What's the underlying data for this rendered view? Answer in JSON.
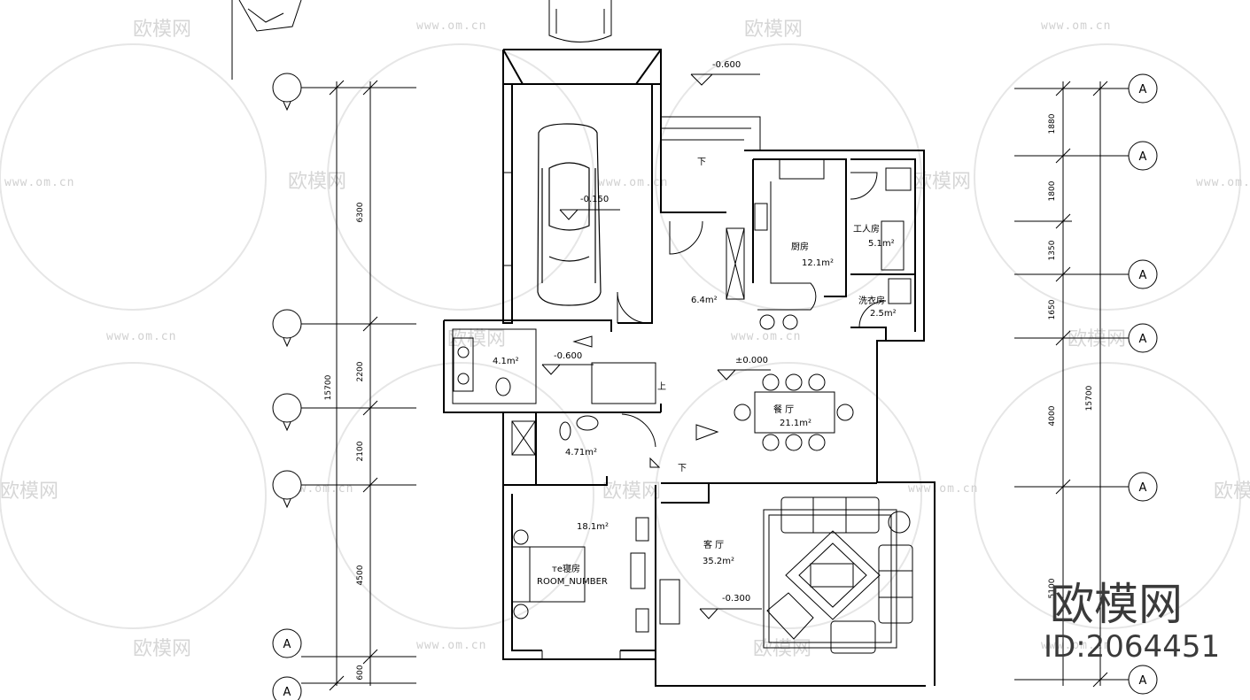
{
  "watermark": {
    "brand": "欧模网",
    "url": "www.om.cn"
  },
  "corner_mark": {
    "logo": "欧模网",
    "id": "ID:2064451"
  },
  "levels": {
    "outdoor": "-0.600",
    "garage": "-0.150",
    "stair": "-0.600",
    "dining": "±0.000",
    "living": "-0.300"
  },
  "rooms": {
    "kitchen": {
      "name": "厨房",
      "area": "12.1m²"
    },
    "servant": {
      "name": "工人房",
      "area": "5.1m²"
    },
    "laundry": {
      "name": "洗衣房",
      "area": "2.5m²"
    },
    "dining": {
      "name": "餐 厅",
      "area": "21.1m²"
    },
    "living": {
      "name": "客 厅",
      "area": "35.2m²"
    },
    "bedroom": {
      "name": "тe寝房",
      "tag": "ROOM_NUMBER",
      "area": "18.1m²"
    },
    "hall_area": "6.4m²",
    "bath1_area": "4.1m²",
    "bath2_area": "4.71m²"
  },
  "notes": {
    "down1": "下",
    "down2": "下",
    "up": "上"
  },
  "dims_left": {
    "seg1": "6300",
    "seg2": "2200",
    "seg3": "2100",
    "seg4": "4500",
    "seg5": "600",
    "total": "15700"
  },
  "dims_right": {
    "seg1": "1880",
    "seg2": "1800",
    "seg3": "1350",
    "seg4": "1650",
    "seg5": "4000",
    "seg6": "5100",
    "total": "15700"
  },
  "axis_label": "A"
}
